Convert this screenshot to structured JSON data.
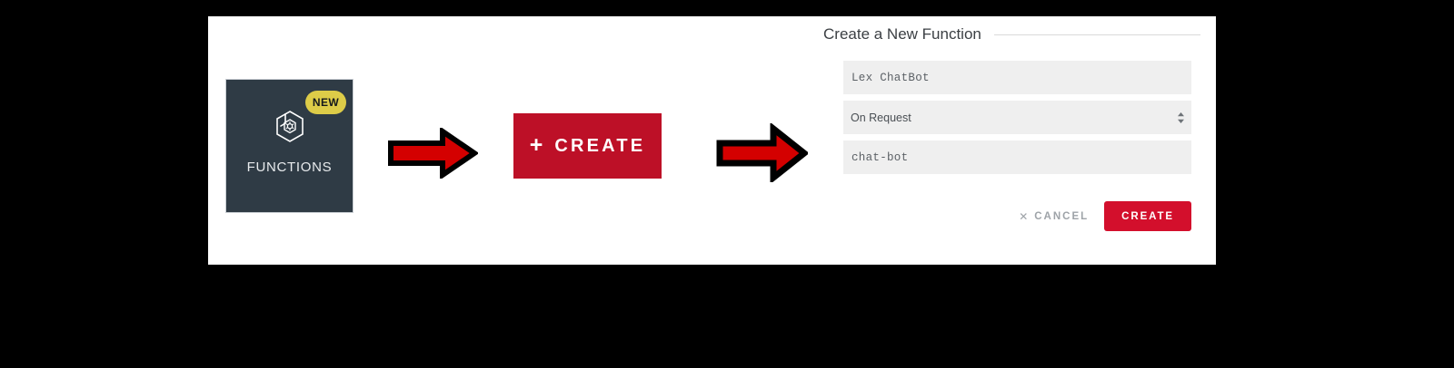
{
  "tile": {
    "label": "FUNCTIONS",
    "badge": "NEW",
    "icon": "hexagon-gear-icon",
    "bg_color": "#2f3b45",
    "badge_color": "#ddcc48"
  },
  "arrows": {
    "first": "right-arrow-icon",
    "second": "right-arrow-icon",
    "fill_color": "#d40000",
    "outline_color": "#000000"
  },
  "big_create_button": {
    "plus": "+",
    "label": "CREATE",
    "bg_color": "#bd1027"
  },
  "form": {
    "title": "Create a New Function",
    "fields": [
      {
        "name": "function-name",
        "value": "Lex ChatBot",
        "style": "mono"
      },
      {
        "name": "trigger-type",
        "value": "On Request",
        "style": "select"
      },
      {
        "name": "function-slug",
        "value": "chat-bot",
        "style": "mono"
      }
    ],
    "cancel": {
      "icon": "close-x-icon",
      "glyph": "✕",
      "label": "CANCEL"
    },
    "submit": {
      "label": "CREATE",
      "bg_color": "#d30f2c"
    }
  }
}
